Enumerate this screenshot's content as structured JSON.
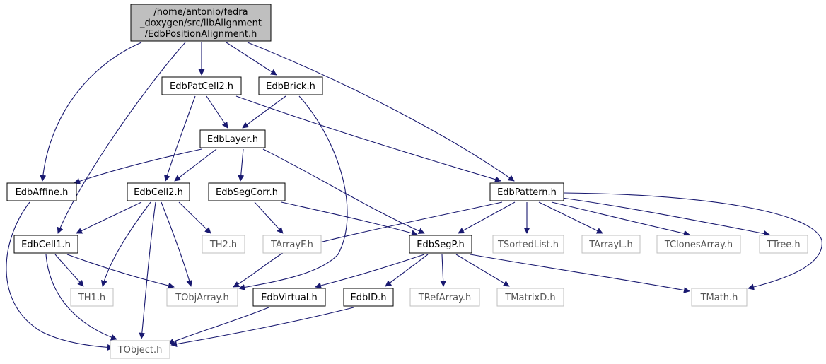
{
  "colors": {
    "edge": "#191970",
    "node_border": "#000000",
    "external_border": "#bfbfbf",
    "root_fill": "#bfbfbf",
    "node_fill": "#ffffff"
  },
  "nodes": [
    {
      "id": "root",
      "lines": [
        "/home/antonio/fedra",
        "_doxygen/src/libAlignment",
        "/EdbPositionAlignment.h"
      ],
      "kind": "root"
    },
    {
      "id": "edbpatcell2",
      "lines": [
        "EdbPatCell2.h"
      ],
      "kind": "internal"
    },
    {
      "id": "edbbrick",
      "lines": [
        "EdbBrick.h"
      ],
      "kind": "internal"
    },
    {
      "id": "edblayer",
      "lines": [
        "EdbLayer.h"
      ],
      "kind": "internal"
    },
    {
      "id": "edbaffine",
      "lines": [
        "EdbAffine.h"
      ],
      "kind": "internal"
    },
    {
      "id": "edbcell2",
      "lines": [
        "EdbCell2.h"
      ],
      "kind": "internal"
    },
    {
      "id": "edbsegcorr",
      "lines": [
        "EdbSegCorr.h"
      ],
      "kind": "internal"
    },
    {
      "id": "edbpattern",
      "lines": [
        "EdbPattern.h"
      ],
      "kind": "internal"
    },
    {
      "id": "edbcell1",
      "lines": [
        "EdbCell1.h"
      ],
      "kind": "internal"
    },
    {
      "id": "th2",
      "lines": [
        "TH2.h"
      ],
      "kind": "external"
    },
    {
      "id": "tarrayf",
      "lines": [
        "TArrayF.h"
      ],
      "kind": "external"
    },
    {
      "id": "edbsegp",
      "lines": [
        "EdbSegP.h"
      ],
      "kind": "internal"
    },
    {
      "id": "tsortedlist",
      "lines": [
        "TSortedList.h"
      ],
      "kind": "external"
    },
    {
      "id": "tarrayl",
      "lines": [
        "TArrayL.h"
      ],
      "kind": "external"
    },
    {
      "id": "tclonesarray",
      "lines": [
        "TClonesArray.h"
      ],
      "kind": "external"
    },
    {
      "id": "ttree",
      "lines": [
        "TTree.h"
      ],
      "kind": "external"
    },
    {
      "id": "th1",
      "lines": [
        "TH1.h"
      ],
      "kind": "external"
    },
    {
      "id": "tobjarray",
      "lines": [
        "TObjArray.h"
      ],
      "kind": "external"
    },
    {
      "id": "edbvirtual",
      "lines": [
        "EdbVirtual.h"
      ],
      "kind": "internal"
    },
    {
      "id": "edbid",
      "lines": [
        "EdbID.h"
      ],
      "kind": "internal"
    },
    {
      "id": "trefarray",
      "lines": [
        "TRefArray.h"
      ],
      "kind": "external"
    },
    {
      "id": "tmatrixd",
      "lines": [
        "TMatrixD.h"
      ],
      "kind": "external"
    },
    {
      "id": "tmath",
      "lines": [
        "TMath.h"
      ],
      "kind": "external"
    },
    {
      "id": "tobject",
      "lines": [
        "TObject.h"
      ],
      "kind": "external"
    }
  ],
  "edges": [
    {
      "from": "root",
      "to": "edbaffine"
    },
    {
      "from": "root",
      "to": "edbcell1"
    },
    {
      "from": "root",
      "to": "edbpatcell2"
    },
    {
      "from": "root",
      "to": "edbbrick"
    },
    {
      "from": "root",
      "to": "edbpattern"
    },
    {
      "from": "edbpatcell2",
      "to": "edblayer"
    },
    {
      "from": "edbpatcell2",
      "to": "edbcell2"
    },
    {
      "from": "edbpatcell2",
      "to": "edbpattern"
    },
    {
      "from": "edbbrick",
      "to": "edblayer"
    },
    {
      "from": "edbbrick",
      "to": "tobjarray"
    },
    {
      "from": "edblayer",
      "to": "edbaffine"
    },
    {
      "from": "edblayer",
      "to": "edbcell2"
    },
    {
      "from": "edblayer",
      "to": "edbsegcorr"
    },
    {
      "from": "edblayer",
      "to": "edbsegp"
    },
    {
      "from": "edbaffine",
      "to": "tobject"
    },
    {
      "from": "edbcell2",
      "to": "edbcell1"
    },
    {
      "from": "edbcell2",
      "to": "th2"
    },
    {
      "from": "edbcell2",
      "to": "th1"
    },
    {
      "from": "edbcell2",
      "to": "tobjarray"
    },
    {
      "from": "edbcell2",
      "to": "tobject"
    },
    {
      "from": "edbsegcorr",
      "to": "tarrayf"
    },
    {
      "from": "edbsegcorr",
      "to": "edbsegp"
    },
    {
      "from": "edbpattern",
      "to": "tobjarray"
    },
    {
      "from": "edbpattern",
      "to": "edbsegp"
    },
    {
      "from": "edbpattern",
      "to": "tsortedlist"
    },
    {
      "from": "edbpattern",
      "to": "tarrayl"
    },
    {
      "from": "edbpattern",
      "to": "tclonesarray"
    },
    {
      "from": "edbpattern",
      "to": "ttree"
    },
    {
      "from": "edbpattern",
      "to": "tmath"
    },
    {
      "from": "edbcell1",
      "to": "th1"
    },
    {
      "from": "edbcell1",
      "to": "tobjarray"
    },
    {
      "from": "edbcell1",
      "to": "tobject"
    },
    {
      "from": "edbsegp",
      "to": "edbvirtual"
    },
    {
      "from": "edbsegp",
      "to": "edbid"
    },
    {
      "from": "edbsegp",
      "to": "trefarray"
    },
    {
      "from": "edbsegp",
      "to": "tmatrixd"
    },
    {
      "from": "edbsegp",
      "to": "tmath"
    },
    {
      "from": "edbvirtual",
      "to": "tobject"
    },
    {
      "from": "edbid",
      "to": "tobject"
    }
  ]
}
